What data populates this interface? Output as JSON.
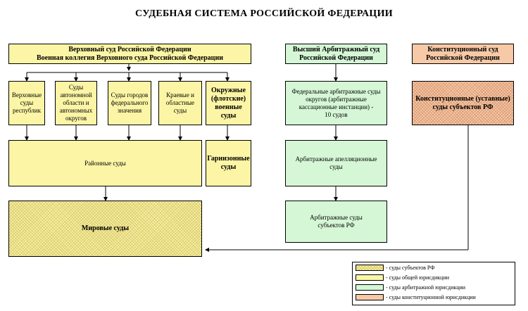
{
  "title": "СУДЕБНАЯ СИСТЕМА РОССИЙСКОЙ ФЕДЕРАЦИИ",
  "boxes": {
    "supreme": "Верховный суд Российской Федерации\nВоенная коллегия Верховного суда Российской Федерации",
    "arbitr_supreme": "Высший Арбитражный суд\nРоссийской Федерации",
    "constitutional": "Конституционный суд\nРоссийской Федерации",
    "republic_courts": "Верховные\nсуды\nреспублик",
    "autonomous_courts": "Суды\nавтономной\nобласти и\nавтономных\nокругов",
    "city_courts": "Суды городов\nфедерального\nзначения",
    "regional_courts": "Краевые и\nобластные\nсуды",
    "military_district_courts": "Окружные\n(флотские)\nвоенные суды",
    "district_courts": "Районные суды",
    "garrison_courts": "Гарнизонные\nсуды",
    "magistrates": "Мировые суды",
    "federal_arbitr": "Федеральные арбитражные суды\nокругов (арбитражные\nкассационные инстанции) -\n10 судов",
    "appeal_arbitr": "Арбитражные апелляционные\nсуды",
    "subject_arbitr": "Арбитражные суды\nсубъектов РФ",
    "subject_constitutional": "Конституционные (уставные)\nсуды субъектов РФ"
  },
  "legend": [
    {
      "label": "- суды субъектов РФ",
      "style": "hatch-yellow"
    },
    {
      "label": "- суды общей юрисдикции",
      "style": "yellow"
    },
    {
      "label": "- суды арбитражной юрисдикции",
      "style": "green"
    },
    {
      "label": "- суды конституционной юрисдикции",
      "style": "orange"
    }
  ],
  "colors": {
    "general": "#fbf5a5",
    "arbitration": "#d5f7d6",
    "constitutional": "#f7c9a6"
  }
}
